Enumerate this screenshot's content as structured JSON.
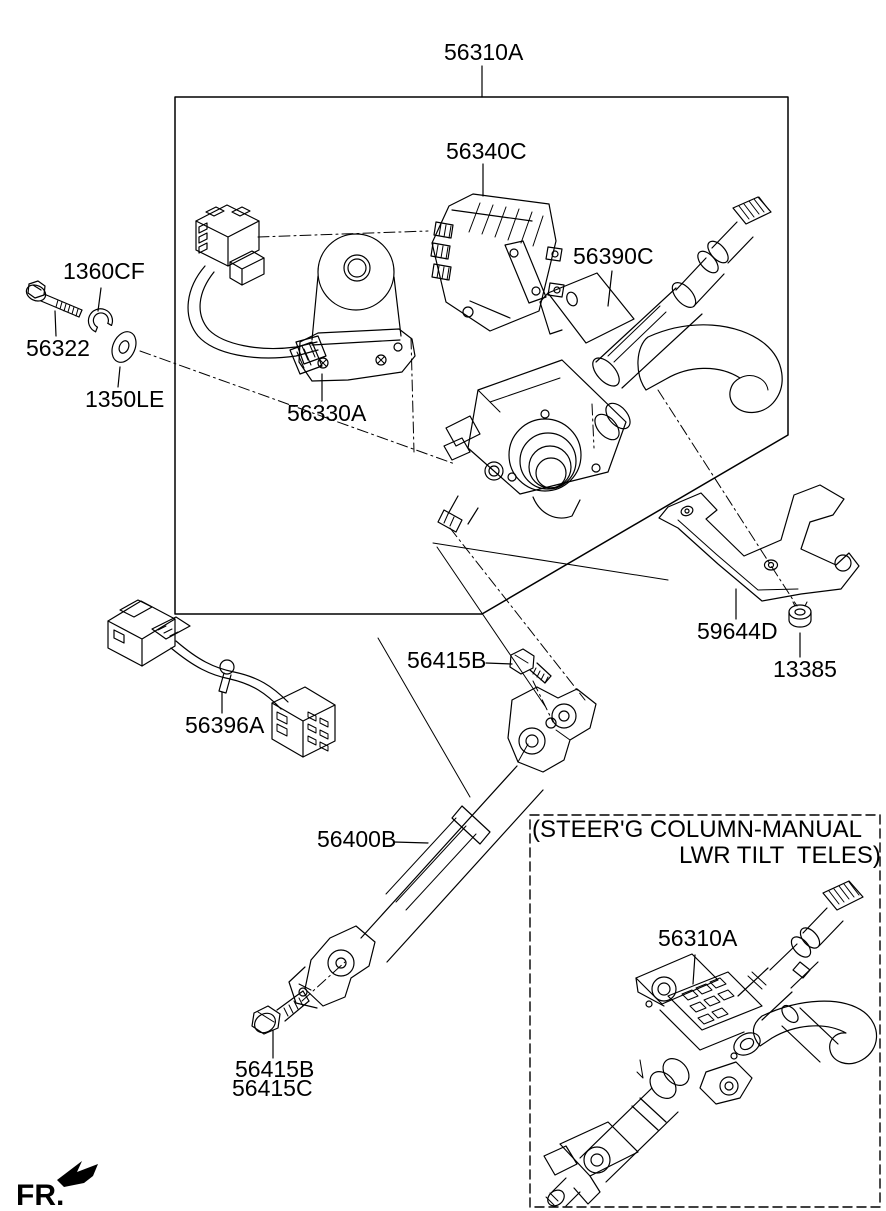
{
  "colors": {
    "background": "#ffffff",
    "line": "#000000"
  },
  "labels": {
    "main_assembly": "56310A",
    "ecu": "56340C",
    "column": "56390C",
    "snap_ring": "1360CF",
    "bolt": "56322",
    "washer": "1350LE",
    "motor": "56330A",
    "mounting_bracket": "59644D",
    "nut": "13385",
    "joint_bolt_upper": "56415B",
    "extension_wire": "56396A",
    "intermediate_shaft": "56400B",
    "joint_bolt_lower_1": "56415B",
    "joint_bolt_lower_2": "56415C"
  },
  "inset": {
    "title_line1": "(STEER'G COLUMN-MANUAL",
    "title_line2": "LWR TILT  TELES)",
    "column_label": "56310A"
  },
  "front_marker": "FR."
}
